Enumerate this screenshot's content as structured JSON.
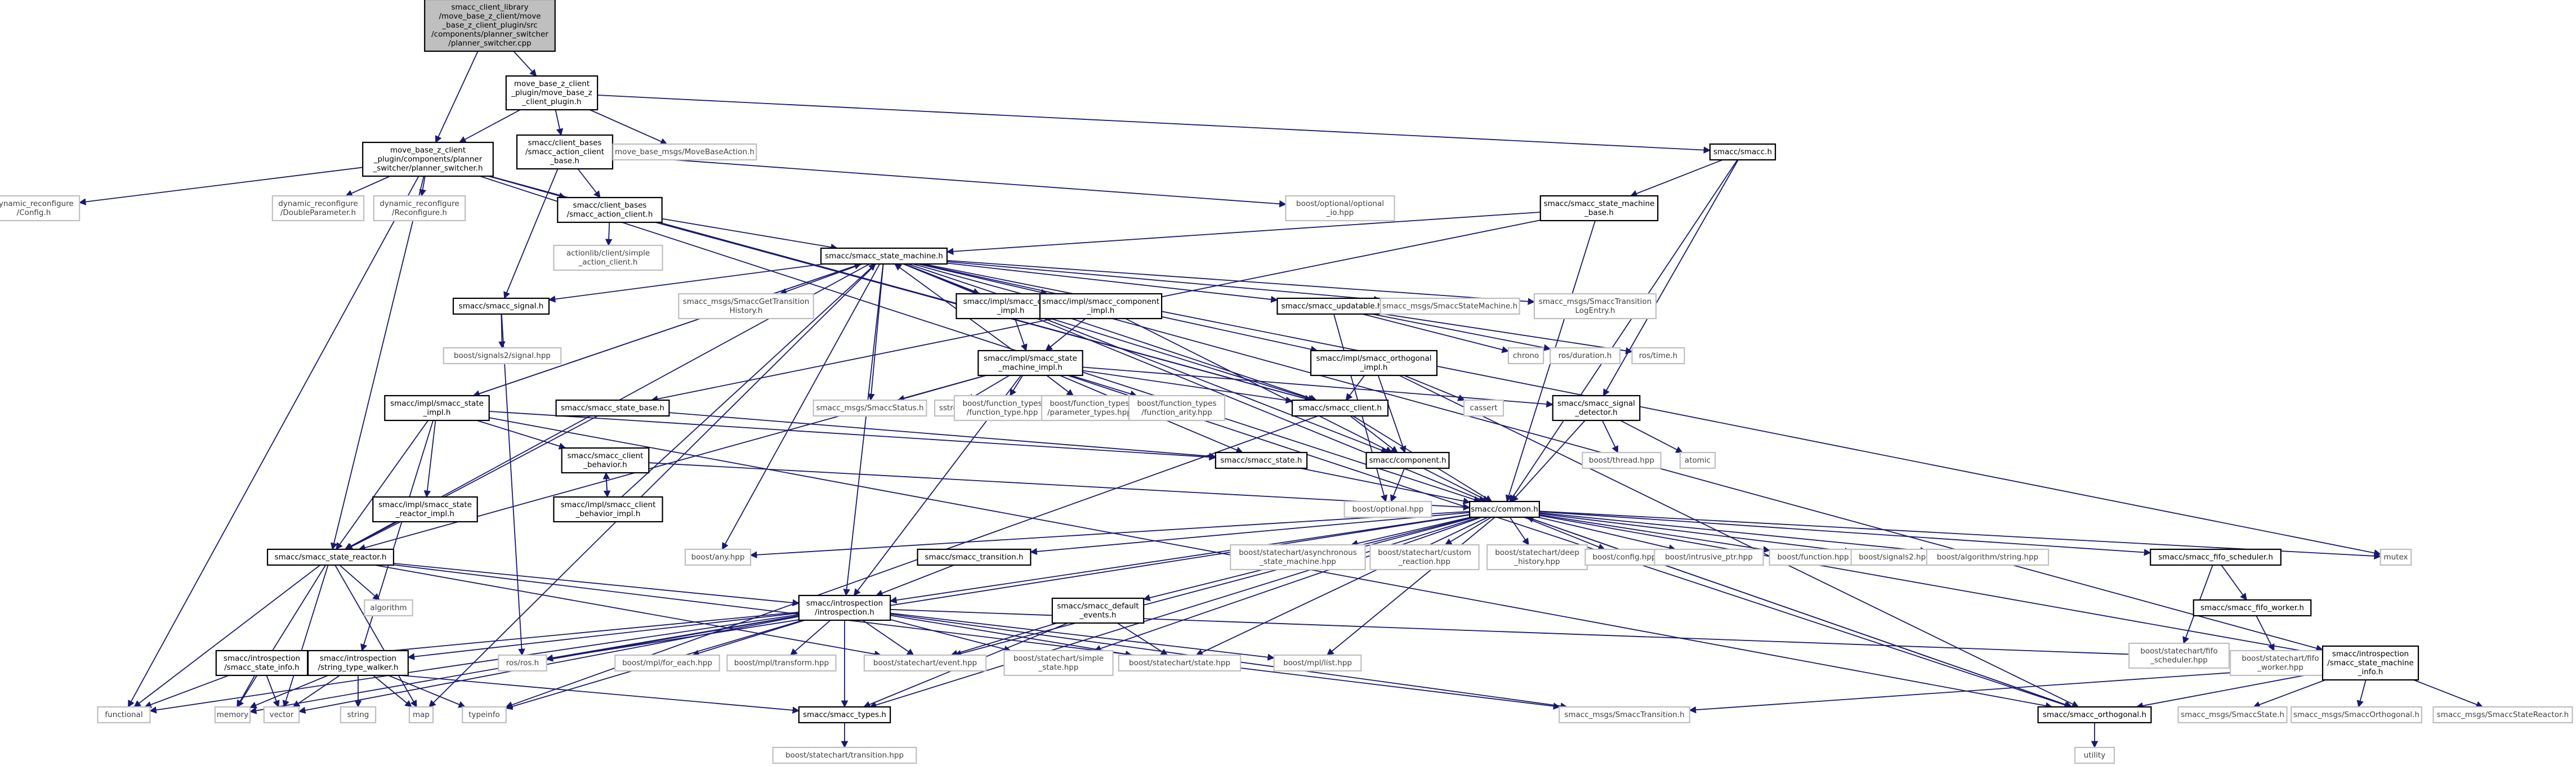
{
  "nodes": [
    {
      "id": "root",
      "kind": "focus",
      "lines": [
        "smacc_client_library",
        "/move_base_z_client/move",
        "_base_z_client_plugin/src",
        "/components/planner_switcher",
        "/planner_switcher.cpp"
      ]
    },
    {
      "id": "mbzplugin",
      "kind": "doc",
      "lines": [
        "move_base_z_client",
        "_plugin/move_base_z",
        "_client_plugin.h"
      ]
    },
    {
      "id": "plannerswitcher_h",
      "kind": "doc",
      "lines": [
        "move_base_z_client",
        "_plugin/components/planner",
        "_switcher/planner_switcher.h"
      ]
    },
    {
      "id": "clientbase",
      "kind": "doc",
      "lines": [
        "smacc/client_bases",
        "/smacc_action_client",
        "_base.h"
      ]
    },
    {
      "id": "movebaseaction",
      "kind": "ext",
      "lines": [
        "move_base_msgs/MoveBaseAction.h"
      ]
    },
    {
      "id": "smacc_h",
      "kind": "doc",
      "lines": [
        "smacc/smacc.h"
      ]
    },
    {
      "id": "dynconfig",
      "kind": "ext",
      "lines": [
        "dynamic_reconfigure",
        "/Config.h"
      ]
    },
    {
      "id": "dyndouble",
      "kind": "ext",
      "lines": [
        "dynamic_reconfigure",
        "/DoubleParameter.h"
      ]
    },
    {
      "id": "dynreconf",
      "kind": "ext",
      "lines": [
        "dynamic_reconfigure",
        "/Reconfigure.h"
      ]
    },
    {
      "id": "actionclient",
      "kind": "doc",
      "lines": [
        "smacc/client_bases",
        "/smacc_action_client.h"
      ]
    },
    {
      "id": "optional_io",
      "kind": "ext",
      "lines": [
        "boost/optional/optional",
        "_io.hpp"
      ]
    },
    {
      "id": "sm_base",
      "kind": "doc",
      "lines": [
        "smacc/smacc_state_machine",
        "_base.h"
      ]
    },
    {
      "id": "simpleaction",
      "kind": "ext",
      "lines": [
        "actionlib/client/simple",
        "_action_client.h"
      ]
    },
    {
      "id": "statemachine",
      "kind": "doc",
      "lines": [
        "smacc/smacc_state_machine.h"
      ]
    },
    {
      "id": "signal",
      "kind": "doc",
      "lines": [
        "smacc/smacc_signal.h"
      ]
    },
    {
      "id": "gettransition",
      "kind": "ext",
      "lines": [
        "smacc_msgs/SmaccGetTransition",
        "History.h"
      ]
    },
    {
      "id": "client_impl",
      "kind": "doc",
      "lines": [
        "smacc/impl/smacc_client",
        "_impl.h"
      ]
    },
    {
      "id": "component_impl",
      "kind": "doc",
      "lines": [
        "smacc/impl/smacc_component",
        "_impl.h"
      ]
    },
    {
      "id": "updatable",
      "kind": "doc",
      "lines": [
        "smacc/smacc_updatable.h"
      ]
    },
    {
      "id": "msg_sm",
      "kind": "ext",
      "lines": [
        "smacc_msgs/SmaccStateMachine.h"
      ]
    },
    {
      "id": "translog",
      "kind": "ext",
      "lines": [
        "smacc_msgs/SmaccTransition",
        "LogEntry.h"
      ]
    },
    {
      "id": "signals2signal",
      "kind": "ext",
      "lines": [
        "boost/signals2/signal.hpp"
      ]
    },
    {
      "id": "chrono",
      "kind": "ext",
      "lines": [
        "chrono"
      ]
    },
    {
      "id": "rosduration",
      "kind": "ext",
      "lines": [
        "ros/duration.h"
      ]
    },
    {
      "id": "rostime",
      "kind": "ext",
      "lines": [
        "ros/time.h"
      ]
    },
    {
      "id": "sm_impl",
      "kind": "doc",
      "lines": [
        "smacc/impl/smacc_state",
        "_machine_impl.h"
      ]
    },
    {
      "id": "orth_impl",
      "kind": "doc",
      "lines": [
        "smacc/impl/smacc_orthogonal",
        "_impl.h"
      ]
    },
    {
      "id": "state_impl",
      "kind": "doc",
      "lines": [
        "smacc/impl/smacc_state",
        "_impl.h"
      ]
    },
    {
      "id": "state_base",
      "kind": "doc",
      "lines": [
        "smacc/smacc_state_base.h"
      ]
    },
    {
      "id": "msg_status",
      "kind": "ext",
      "lines": [
        "smacc_msgs/SmaccStatus.h"
      ]
    },
    {
      "id": "sstream",
      "kind": "ext",
      "lines": [
        "sstream"
      ]
    },
    {
      "id": "ft_type",
      "kind": "ext",
      "lines": [
        "boost/function_types",
        "/function_type.hpp"
      ]
    },
    {
      "id": "ft_param",
      "kind": "ext",
      "lines": [
        "boost/function_types",
        "/parameter_types.hpp"
      ]
    },
    {
      "id": "ft_arity",
      "kind": "ext",
      "lines": [
        "boost/function_types",
        "/function_arity.hpp"
      ]
    },
    {
      "id": "client_h",
      "kind": "doc",
      "lines": [
        "smacc/smacc_client.h"
      ]
    },
    {
      "id": "cassert",
      "kind": "ext",
      "lines": [
        "cassert"
      ]
    },
    {
      "id": "signal_detector",
      "kind": "doc",
      "lines": [
        "smacc/smacc_signal",
        "_detector.h"
      ]
    },
    {
      "id": "client_behavior",
      "kind": "doc",
      "lines": [
        "smacc/smacc_client",
        "_behavior.h"
      ]
    },
    {
      "id": "smacc_state_h",
      "kind": "doc",
      "lines": [
        "smacc/smacc_state.h"
      ]
    },
    {
      "id": "component_h",
      "kind": "doc",
      "lines": [
        "smacc/component.h"
      ]
    },
    {
      "id": "boostthread",
      "kind": "ext",
      "lines": [
        "boost/thread.hpp"
      ]
    },
    {
      "id": "atomic",
      "kind": "ext",
      "lines": [
        "atomic"
      ]
    },
    {
      "id": "reactor_impl",
      "kind": "doc",
      "lines": [
        "smacc/impl/smacc_state",
        "_reactor_impl.h"
      ]
    },
    {
      "id": "behavior_impl",
      "kind": "doc",
      "lines": [
        "smacc/impl/smacc_client",
        "_behavior_impl.h"
      ]
    },
    {
      "id": "boostoptional",
      "kind": "ext",
      "lines": [
        "boost/optional.hpp"
      ]
    },
    {
      "id": "common",
      "kind": "doc",
      "lines": [
        "smacc/common.h"
      ]
    },
    {
      "id": "reactor_h",
      "kind": "doc",
      "lines": [
        "smacc/smacc_state_reactor.h"
      ]
    },
    {
      "id": "boostany",
      "kind": "ext",
      "lines": [
        "boost/any.hpp"
      ]
    },
    {
      "id": "transition_h",
      "kind": "doc",
      "lines": [
        "smacc/smacc_transition.h"
      ]
    },
    {
      "id": "async_sm",
      "kind": "ext",
      "lines": [
        "boost/statechart/asynchronous",
        "_state_machine.hpp"
      ]
    },
    {
      "id": "custom_reaction",
      "kind": "ext",
      "lines": [
        "boost/statechart/custom",
        "_reaction.hpp"
      ]
    },
    {
      "id": "deep_history",
      "kind": "ext",
      "lines": [
        "boost/statechart/deep",
        "_history.hpp"
      ]
    },
    {
      "id": "config",
      "kind": "ext",
      "lines": [
        "boost/config.hpp"
      ]
    },
    {
      "id": "intrusive",
      "kind": "ext",
      "lines": [
        "boost/intrusive_ptr.hpp"
      ]
    },
    {
      "id": "function",
      "kind": "ext",
      "lines": [
        "boost/function.hpp"
      ]
    },
    {
      "id": "signals2",
      "kind": "ext",
      "lines": [
        "boost/signals2.hpp"
      ]
    },
    {
      "id": "algostring",
      "kind": "ext",
      "lines": [
        "boost/algorithm/string.hpp"
      ]
    },
    {
      "id": "fifo_scheduler",
      "kind": "doc",
      "lines": [
        "smacc/smacc_fifo_scheduler.h"
      ]
    },
    {
      "id": "mutex",
      "kind": "ext",
      "lines": [
        "mutex"
      ]
    },
    {
      "id": "algorithm",
      "kind": "ext",
      "lines": [
        "algorithm"
      ]
    },
    {
      "id": "introspection",
      "kind": "doc",
      "lines": [
        "smacc/introspection",
        "/introspection.h"
      ]
    },
    {
      "id": "default_events",
      "kind": "doc",
      "lines": [
        "smacc/smacc_default",
        "_events.h"
      ]
    },
    {
      "id": "sc_fifo_sched",
      "kind": "ext",
      "lines": [
        "boost/statechart/fifo",
        "_scheduler.hpp"
      ]
    },
    {
      "id": "fifo_worker",
      "kind": "doc",
      "lines": [
        "smacc/smacc_fifo_worker.h"
      ]
    },
    {
      "id": "state_info",
      "kind": "doc",
      "lines": [
        "smacc/introspection",
        "/smacc_state_info.h"
      ]
    },
    {
      "id": "type_walker",
      "kind": "doc",
      "lines": [
        "smacc/introspection",
        "/string_type_walker.h"
      ]
    },
    {
      "id": "rosros",
      "kind": "ext",
      "lines": [
        "ros/ros.h"
      ]
    },
    {
      "id": "foreach",
      "kind": "ext",
      "lines": [
        "boost/mpl/for_each.hpp"
      ]
    },
    {
      "id": "mpltransform",
      "kind": "ext",
      "lines": [
        "boost/mpl/transform.hpp"
      ]
    },
    {
      "id": "sc_event",
      "kind": "ext",
      "lines": [
        "boost/statechart/event.hpp"
      ]
    },
    {
      "id": "simple_state",
      "kind": "ext",
      "lines": [
        "boost/statechart/simple",
        "_state.hpp"
      ]
    },
    {
      "id": "sc_state",
      "kind": "ext",
      "lines": [
        "boost/statechart/state.hpp"
      ]
    },
    {
      "id": "mpllist",
      "kind": "ext",
      "lines": [
        "boost/mpl/list.hpp"
      ]
    },
    {
      "id": "sc_fifo_worker",
      "kind": "ext",
      "lines": [
        "boost/statechart/fifo",
        "_worker.hpp"
      ]
    },
    {
      "id": "sm_info",
      "kind": "doc",
      "lines": [
        "smacc/introspection",
        "/smacc_state_machine",
        "_info.h"
      ]
    },
    {
      "id": "functional",
      "kind": "ext",
      "lines": [
        "functional"
      ]
    },
    {
      "id": "memory",
      "kind": "ext",
      "lines": [
        "memory"
      ]
    },
    {
      "id": "vector",
      "kind": "ext",
      "lines": [
        "vector"
      ]
    },
    {
      "id": "string",
      "kind": "ext",
      "lines": [
        "string"
      ]
    },
    {
      "id": "map",
      "kind": "ext",
      "lines": [
        "map"
      ]
    },
    {
      "id": "typeinfo",
      "kind": "ext",
      "lines": [
        "typeinfo"
      ]
    },
    {
      "id": "types_h",
      "kind": "doc",
      "lines": [
        "smacc/smacc_types.h"
      ]
    },
    {
      "id": "msg_transition",
      "kind": "ext",
      "lines": [
        "smacc_msgs/SmaccTransition.h"
      ]
    },
    {
      "id": "orthogonal_h",
      "kind": "doc",
      "lines": [
        "smacc/smacc_orthogonal.h"
      ]
    },
    {
      "id": "msg_state",
      "kind": "ext",
      "lines": [
        "smacc_msgs/SmaccState.h"
      ]
    },
    {
      "id": "msg_orth",
      "kind": "ext",
      "lines": [
        "smacc_msgs/SmaccOrthogonal.h"
      ]
    },
    {
      "id": "msg_reactor",
      "kind": "ext",
      "lines": [
        "smacc_msgs/SmaccStateReactor.h"
      ]
    },
    {
      "id": "sc_transition",
      "kind": "ext",
      "lines": [
        "boost/statechart/transition.hpp"
      ]
    },
    {
      "id": "utility",
      "kind": "ext",
      "lines": [
        "utility"
      ]
    }
  ],
  "edges": [
    [
      "root",
      "mbzplugin"
    ],
    [
      "root",
      "plannerswitcher_h"
    ],
    [
      "mbzplugin",
      "plannerswitcher_h"
    ],
    [
      "mbzplugin",
      "clientbase"
    ],
    [
      "mbzplugin",
      "movebaseaction"
    ],
    [
      "mbzplugin",
      "smacc_h"
    ],
    [
      "plannerswitcher_h",
      "dynconfig"
    ],
    [
      "plannerswitcher_h",
      "dyndouble"
    ],
    [
      "plannerswitcher_h",
      "dynreconf"
    ],
    [
      "plannerswitcher_h",
      "actionclient"
    ],
    [
      "plannerswitcher_h",
      "functional"
    ],
    [
      "plannerswitcher_h",
      "common"
    ],
    [
      "plannerswitcher_h",
      "reactor_h"
    ],
    [
      "plannerswitcher_h",
      "client_h"
    ],
    [
      "clientbase",
      "actionclient"
    ],
    [
      "clientbase",
      "optional_io"
    ],
    [
      "clientbase",
      "signal"
    ],
    [
      "smacc_h",
      "sm_base"
    ],
    [
      "smacc_h",
      "signal_detector"
    ],
    [
      "smacc_h",
      "common"
    ],
    [
      "actionclient",
      "simpleaction"
    ],
    [
      "actionclient",
      "statemachine"
    ],
    [
      "actionclient",
      "client_h"
    ],
    [
      "sm_base",
      "statemachine"
    ],
    [
      "sm_base",
      "state_base"
    ],
    [
      "sm_base",
      "common"
    ],
    [
      "statemachine",
      "signal"
    ],
    [
      "statemachine",
      "gettransition"
    ],
    [
      "statemachine",
      "client_impl"
    ],
    [
      "statemachine",
      "component_impl"
    ],
    [
      "statemachine",
      "updatable"
    ],
    [
      "statemachine",
      "msg_sm"
    ],
    [
      "statemachine",
      "translog"
    ],
    [
      "statemachine",
      "state_impl"
    ],
    [
      "statemachine",
      "msg_status"
    ],
    [
      "statemachine",
      "orth_impl"
    ],
    [
      "statemachine",
      "client_h"
    ],
    [
      "statemachine",
      "mutex"
    ],
    [
      "statemachine",
      "boostany"
    ],
    [
      "statemachine",
      "map"
    ],
    [
      "statemachine",
      "common"
    ],
    [
      "statemachine",
      "introspection"
    ],
    [
      "statemachine",
      "reactor_h"
    ],
    [
      "statemachine",
      "component_h"
    ],
    [
      "statemachine",
      "sm_info"
    ],
    [
      "signal",
      "signals2signal"
    ],
    [
      "signal",
      "rosros"
    ],
    [
      "client_impl",
      "sm_impl"
    ],
    [
      "client_impl",
      "client_h"
    ],
    [
      "component_impl",
      "sm_impl"
    ],
    [
      "component_impl",
      "component_h"
    ],
    [
      "updatable",
      "chrono"
    ],
    [
      "updatable",
      "rosduration"
    ],
    [
      "updatable",
      "rostime"
    ],
    [
      "updatable",
      "boostoptional"
    ],
    [
      "sm_impl",
      "statemachine"
    ],
    [
      "sm_impl",
      "msg_status"
    ],
    [
      "sm_impl",
      "sstream"
    ],
    [
      "sm_impl",
      "ft_type"
    ],
    [
      "sm_impl",
      "ft_param"
    ],
    [
      "sm_impl",
      "ft_arity"
    ],
    [
      "sm_impl",
      "client_h"
    ],
    [
      "sm_impl",
      "signal_detector"
    ],
    [
      "sm_impl",
      "smacc_state_h"
    ],
    [
      "sm_impl",
      "introspection"
    ],
    [
      "sm_impl",
      "orthogonal_h"
    ],
    [
      "sm_impl",
      "reactor_h"
    ],
    [
      "orth_impl",
      "client_h"
    ],
    [
      "orth_impl",
      "cassert"
    ],
    [
      "orth_impl",
      "component_h"
    ],
    [
      "orth_impl",
      "orthogonal_h"
    ],
    [
      "state_impl",
      "statemachine"
    ],
    [
      "state_impl",
      "client_behavior"
    ],
    [
      "state_impl",
      "reactor_impl"
    ],
    [
      "state_impl",
      "smacc_state_h"
    ],
    [
      "state_impl",
      "reactor_h"
    ],
    [
      "state_impl",
      "type_walker"
    ],
    [
      "state_impl",
      "orthogonal_h"
    ],
    [
      "state_base",
      "smacc_state_h"
    ],
    [
      "state_base",
      "reactor_h"
    ],
    [
      "client_h",
      "common"
    ],
    [
      "client_h",
      "component_h"
    ],
    [
      "client_h",
      "typeinfo"
    ],
    [
      "signal_detector",
      "boostthread"
    ],
    [
      "signal_detector",
      "atomic"
    ],
    [
      "signal_detector",
      "common"
    ],
    [
      "client_behavior",
      "behavior_impl"
    ],
    [
      "client_behavior",
      "common"
    ],
    [
      "behavior_impl",
      "client_behavior"
    ],
    [
      "behavior_impl",
      "statemachine"
    ],
    [
      "reactor_impl",
      "reactor_h"
    ],
    [
      "smacc_state_h",
      "common"
    ],
    [
      "component_h",
      "common"
    ],
    [
      "component_h",
      "boostoptional"
    ],
    [
      "common",
      "boostany"
    ],
    [
      "common",
      "async_sm"
    ],
    [
      "common",
      "custom_reaction"
    ],
    [
      "common",
      "deep_history"
    ],
    [
      "common",
      "config"
    ],
    [
      "common",
      "intrusive"
    ],
    [
      "common",
      "function"
    ],
    [
      "common",
      "signals2"
    ],
    [
      "common",
      "algostring"
    ],
    [
      "common",
      "fifo_scheduler"
    ],
    [
      "common",
      "mutex"
    ],
    [
      "common",
      "introspection"
    ],
    [
      "common",
      "transition_h"
    ],
    [
      "common",
      "default_events"
    ],
    [
      "common",
      "rosros"
    ],
    [
      "common",
      "sc_event"
    ],
    [
      "common",
      "sc_state"
    ],
    [
      "common",
      "mpllist"
    ],
    [
      "common",
      "types_h"
    ],
    [
      "common",
      "sm_info"
    ],
    [
      "common",
      "orthogonal_h"
    ],
    [
      "common",
      "simple_state"
    ],
    [
      "reactor_h",
      "algorithm"
    ],
    [
      "reactor_h",
      "introspection"
    ],
    [
      "reactor_h",
      "functional"
    ],
    [
      "reactor_h",
      "memory"
    ],
    [
      "reactor_h",
      "vector"
    ],
    [
      "reactor_h",
      "map"
    ],
    [
      "reactor_h",
      "sc_event"
    ],
    [
      "reactor_h",
      "msg_transition"
    ],
    [
      "transition_h",
      "introspection"
    ],
    [
      "fifo_scheduler",
      "sc_fifo_sched"
    ],
    [
      "fifo_scheduler",
      "fifo_worker"
    ],
    [
      "fifo_worker",
      "sc_fifo_worker"
    ],
    [
      "introspection",
      "state_info"
    ],
    [
      "introspection",
      "type_walker"
    ],
    [
      "introspection",
      "rosros"
    ],
    [
      "introspection",
      "foreach"
    ],
    [
      "introspection",
      "mpltransform"
    ],
    [
      "introspection",
      "sc_event"
    ],
    [
      "introspection",
      "simple_state"
    ],
    [
      "introspection",
      "sc_state"
    ],
    [
      "introspection",
      "mpllist"
    ],
    [
      "introspection",
      "sm_info"
    ],
    [
      "introspection",
      "types_h"
    ],
    [
      "introspection",
      "typeinfo"
    ],
    [
      "introspection",
      "msg_transition"
    ],
    [
      "introspection",
      "functional"
    ],
    [
      "introspection",
      "vector"
    ],
    [
      "introspection",
      "memory"
    ],
    [
      "default_events",
      "sc_event"
    ],
    [
      "default_events",
      "sc_state"
    ],
    [
      "default_events",
      "types_h"
    ],
    [
      "state_info",
      "functional"
    ],
    [
      "state_info",
      "memory"
    ],
    [
      "state_info",
      "vector"
    ],
    [
      "state_info",
      "types_h"
    ],
    [
      "type_walker",
      "memory"
    ],
    [
      "type_walker",
      "vector"
    ],
    [
      "type_walker",
      "string"
    ],
    [
      "type_walker",
      "map"
    ],
    [
      "type_walker",
      "typeinfo"
    ],
    [
      "sm_info",
      "msg_transition"
    ],
    [
      "sm_info",
      "orthogonal_h"
    ],
    [
      "sm_info",
      "msg_state"
    ],
    [
      "sm_info",
      "msg_orth"
    ],
    [
      "sm_info",
      "msg_reactor"
    ],
    [
      "types_h",
      "sc_transition"
    ],
    [
      "orthogonal_h",
      "utility"
    ],
    [
      "orthogonal_h",
      "common"
    ]
  ]
}
